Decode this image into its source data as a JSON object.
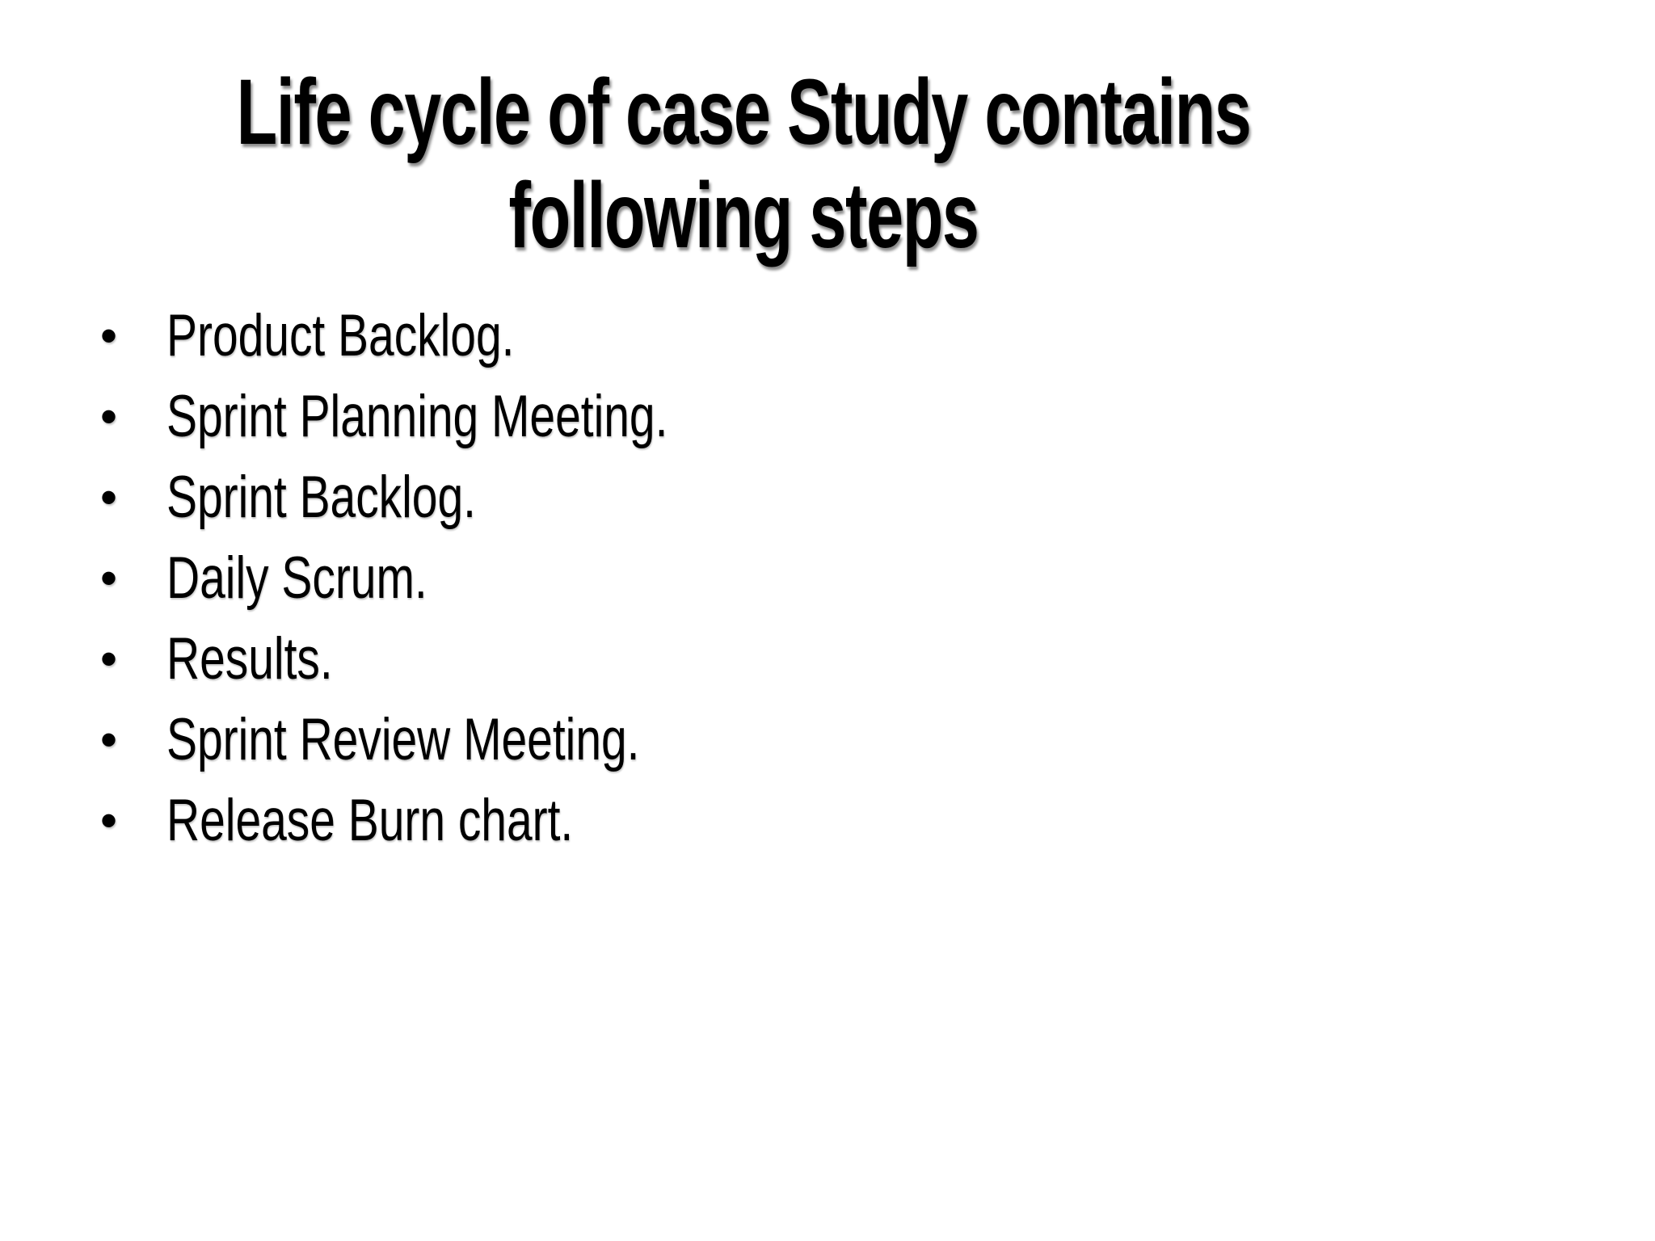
{
  "slide": {
    "title": {
      "line1": "Life cycle of case Study contains",
      "line2": "following steps"
    },
    "bullets": {
      "marker": "•",
      "items": [
        "Product Backlog.",
        "Sprint Planning Meeting.",
        "Sprint Backlog.",
        "Daily Scrum.",
        "Results.",
        "Sprint Review Meeting.",
        "Release Burn chart."
      ]
    },
    "colors": {
      "background": "#ffffff",
      "text": "#000000"
    }
  }
}
